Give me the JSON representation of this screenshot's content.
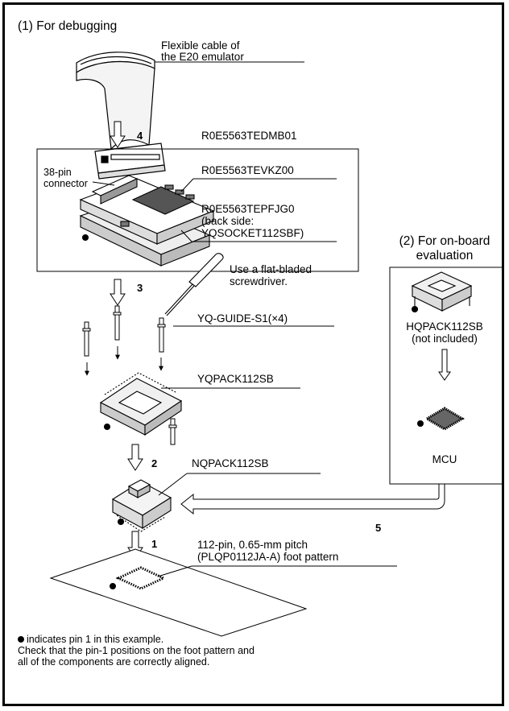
{
  "section1_title": "(1) For debugging",
  "section2_title_line1": "(2) For on-board",
  "section2_title_line2": "evaluation",
  "labels": {
    "cable_line1": "Flexible cable of",
    "cable_line2": "the E20 emulator",
    "dmb": "R0E5563TEDMB01",
    "conn_line1": "38-pin",
    "conn_line2": "connector",
    "evkz": "R0E5563TEVKZ00",
    "pfjg_line1": "R0E5563TEPFJG0",
    "pfjg_line2": "(back side:",
    "pfjg_line3": "YQSOCKET112SBF)",
    "screw_line1": "Use a flat-bladed",
    "screw_line2": "screwdriver.",
    "guide": "YQ-GUIDE-S1(×4)",
    "yqpack": "YQPACK112SB",
    "nqpack": "NQPACK112SB",
    "foot_line1": "112-pin, 0.65-mm pitch",
    "foot_line2": "(PLQP0112JA-A) foot pattern",
    "hqpack_line1": "HQPACK112SB",
    "hqpack_line2": "(not included)",
    "mcu": "MCU"
  },
  "steps": {
    "s1": "1",
    "s2": "2",
    "s3": "3",
    "s4": "4",
    "s5": "5"
  },
  "notes": {
    "line1": "indicates pin 1 in this example.",
    "line2": "Check that the pin-1 positions on the foot pattern and",
    "line3": "all of the components are correctly aligned."
  }
}
